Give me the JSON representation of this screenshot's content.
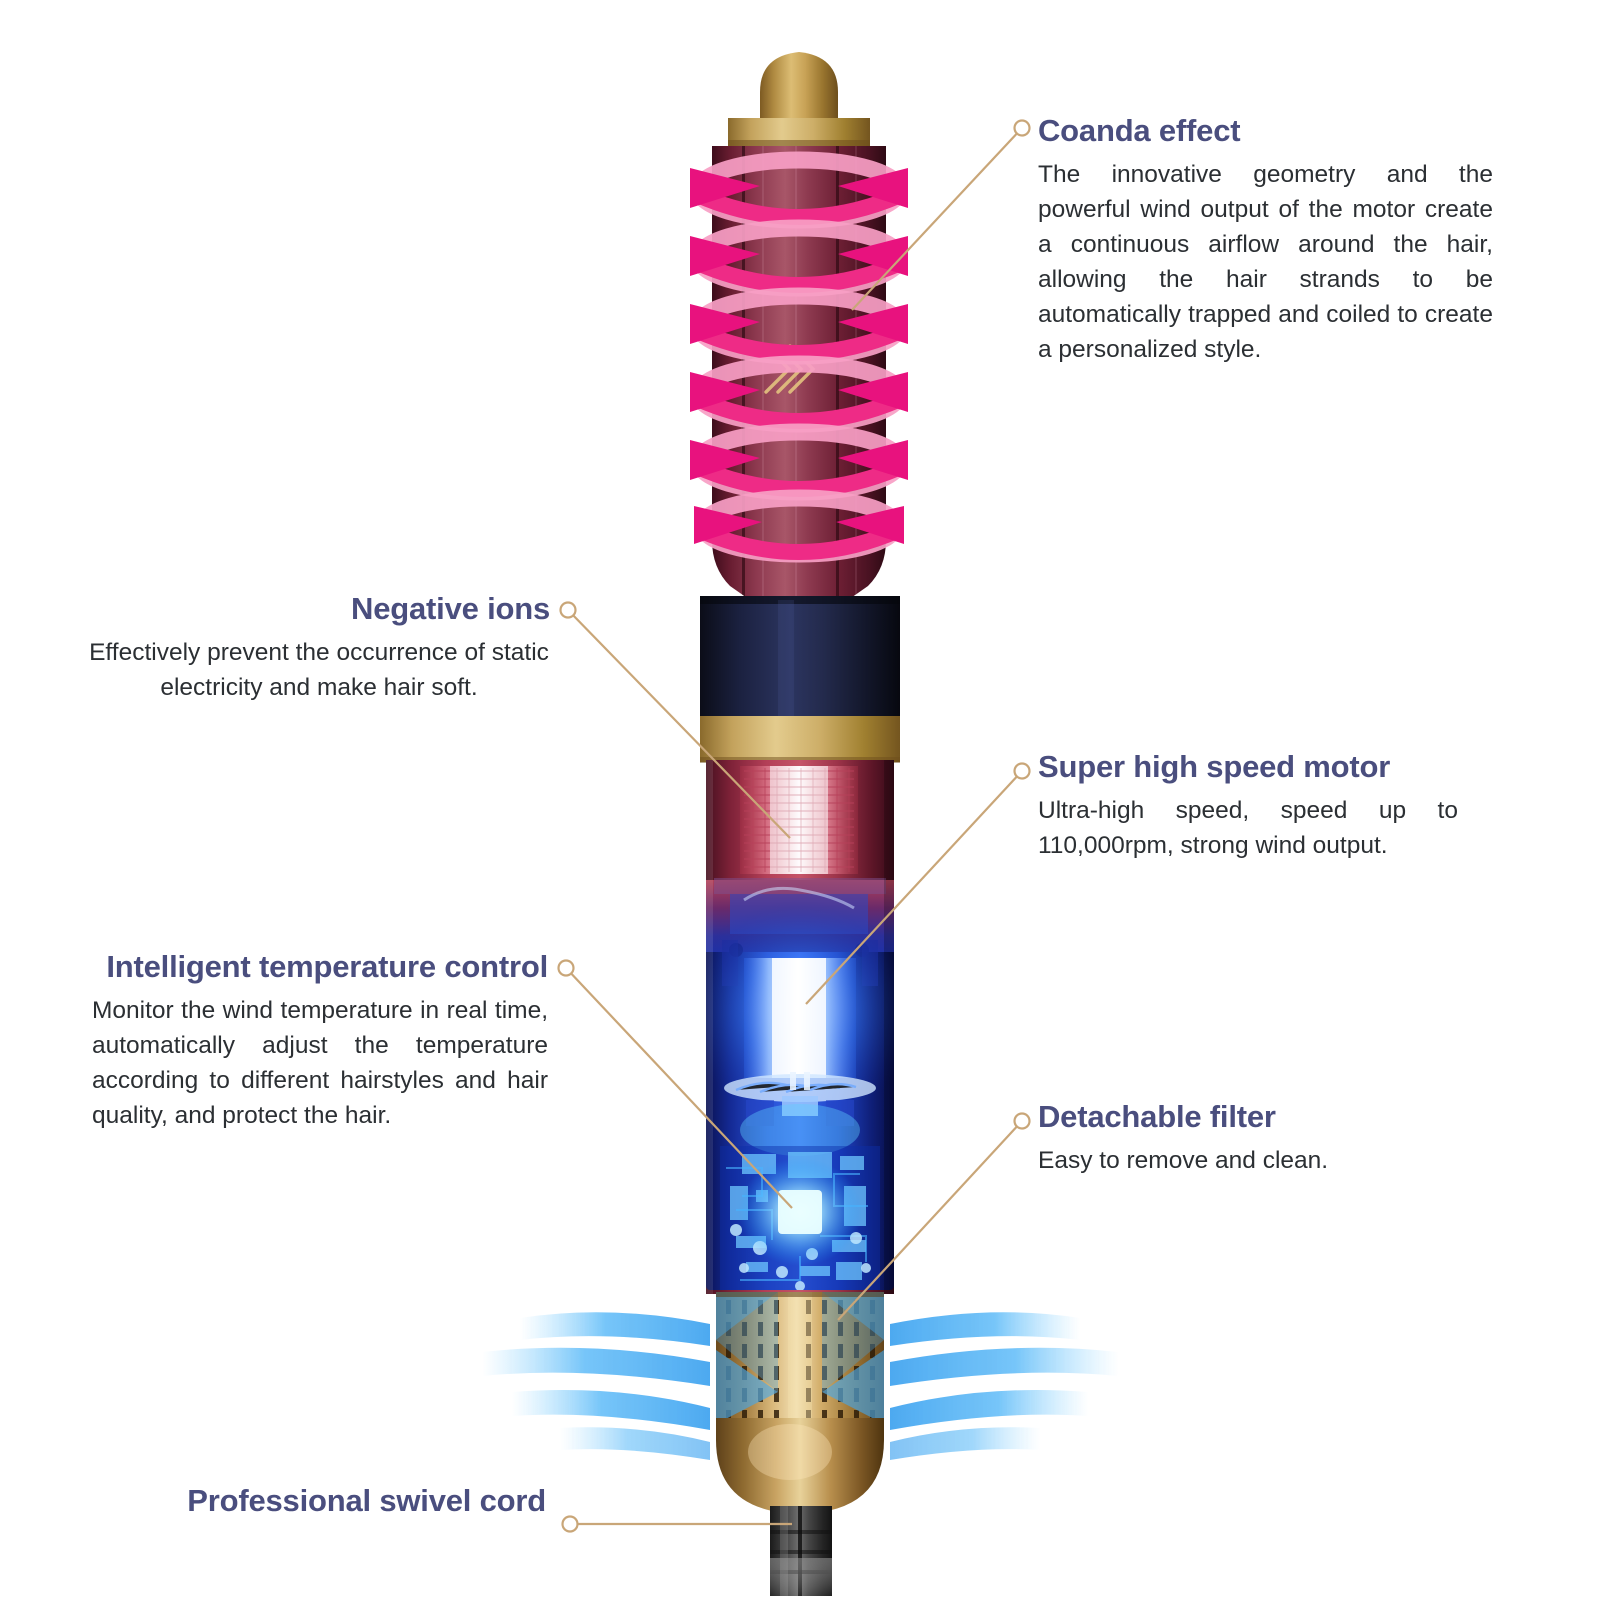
{
  "page": {
    "background": "#ffffff",
    "title_color": "#4a4e7e",
    "body_color": "#2b2f33",
    "leader_color": "#c9a678"
  },
  "product": {
    "name": "multi-styler-cutaway",
    "barrel_color": "#6d1f33",
    "barrel_highlight": "#9d4a60",
    "gold_color": "#c9a049",
    "navy_color": "#1b1f3b",
    "airflow_pink": "#ef3c8a",
    "airflow_pink_light": "#f79ec4",
    "motor_glow": "#1f6dff",
    "heater_red": "#d0374f",
    "intake_blue": "#3fa9f5",
    "cord_color": "#3a3a3a"
  },
  "callouts": [
    {
      "id": "coanda",
      "side": "right",
      "title": "Coanda effect",
      "body": "The innovative geometry and the powerful wind output of the motor create a continuous airflow around the hair, allowing the hair strands to be automatically trapped and coiled to create a personalized style."
    },
    {
      "id": "motor",
      "side": "right",
      "title": "Super high speed motor",
      "body": "Ultra-high speed, speed up to 110,000rpm, strong wind output."
    },
    {
      "id": "filter",
      "side": "right",
      "title": "Detachable filter",
      "body": "Easy to remove and clean."
    },
    {
      "id": "ions",
      "side": "left",
      "title": "Negative ions",
      "body": "Effectively prevent the occurrence of static electricity and make hair soft."
    },
    {
      "id": "temperature",
      "side": "left",
      "title": "Intelligent temperature control",
      "body": "Monitor the wind temperature in real time, automatically adjust the temperature according to different hairstyles and hair quality, and protect the hair."
    },
    {
      "id": "cord",
      "side": "left",
      "title": "Professional swivel cord",
      "body": ""
    }
  ]
}
